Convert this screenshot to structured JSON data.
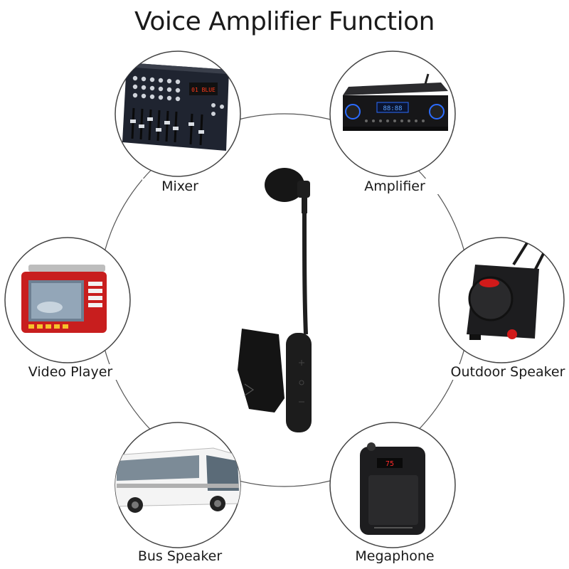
{
  "title": "Voice Amplifier Function",
  "devices": {
    "mixer": "Mixer",
    "amplifier": "Amplifier",
    "video_player": "Video Player",
    "outdoor_speaker": "Outdoor Speaker",
    "bus_speaker": "Bus Speaker",
    "megaphone": "Megaphone"
  },
  "amplifier_display": "88:88",
  "mixer_display": "01 BLUE",
  "megaphone_display": "75",
  "colors": {
    "ring": "#555555",
    "device_dark": "#1d1d1f",
    "video_red": "#c81e1e",
    "amp_blue": "#2b6cff",
    "speaker_red": "#d11a1a",
    "mixer_display": "#ff3a1a"
  }
}
